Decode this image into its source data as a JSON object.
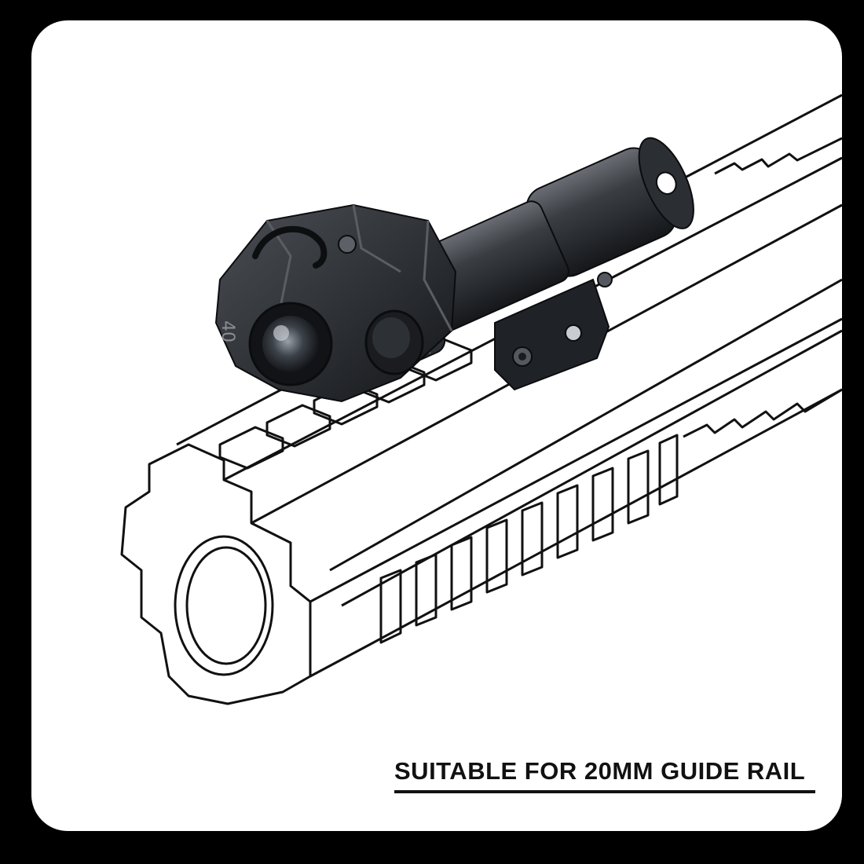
{
  "caption": "SUITABLE FOR 20MM GUIDE RAIL",
  "colors": {
    "background": "#000000",
    "card": "#ffffff",
    "line_art": "#111111",
    "device_body": "#26292d"
  },
  "illustration": {
    "subject": "weapon-light",
    "mount": "picatinny-rail-handguard-line-drawing",
    "icon_names": [
      "flashlight-icon",
      "rail-icon",
      "lens-icon"
    ]
  }
}
